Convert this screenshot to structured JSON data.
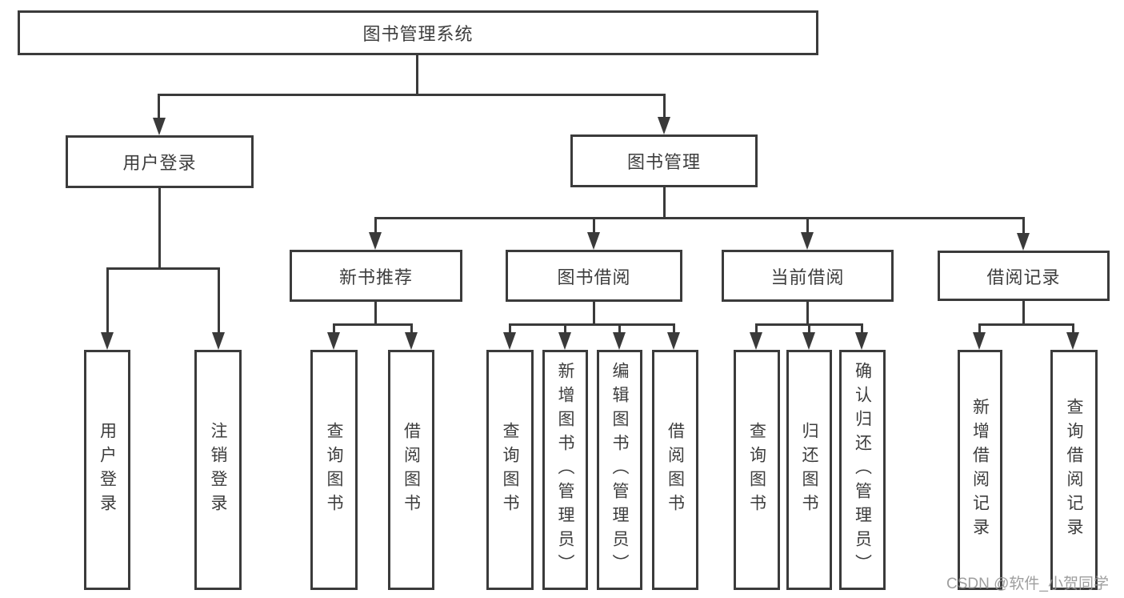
{
  "tree": {
    "root": {
      "label": "图书管理系统"
    },
    "branches": [
      {
        "label": "用户登录",
        "children": [
          {
            "label": "用户登录"
          },
          {
            "label": "注销登录"
          }
        ]
      },
      {
        "label": "图书管理",
        "children": [
          {
            "label": "新书推荐",
            "children": [
              {
                "label": "查询图书"
              },
              {
                "label": "借阅图书"
              }
            ]
          },
          {
            "label": "图书借阅",
            "children": [
              {
                "label": "查询图书"
              },
              {
                "label": "新增图书（管理员）"
              },
              {
                "label": "编辑图书（管理员）"
              },
              {
                "label": "借阅图书"
              }
            ]
          },
          {
            "label": "当前借阅",
            "children": [
              {
                "label": "查询图书"
              },
              {
                "label": "归还图书"
              },
              {
                "label": "确认归还（管理员）"
              }
            ]
          },
          {
            "label": "借阅记录",
            "children": [
              {
                "label": "新增借阅记录"
              },
              {
                "label": "查询借阅记录"
              }
            ]
          }
        ]
      }
    ]
  },
  "watermark": {
    "text": "CSDN @软件_小贺同学"
  },
  "colors": {
    "line": "#3a3a3a",
    "box_border": "#3b3b3b",
    "text": "#3d3d3d",
    "watermark": "#949494",
    "background": "#ffffff"
  }
}
